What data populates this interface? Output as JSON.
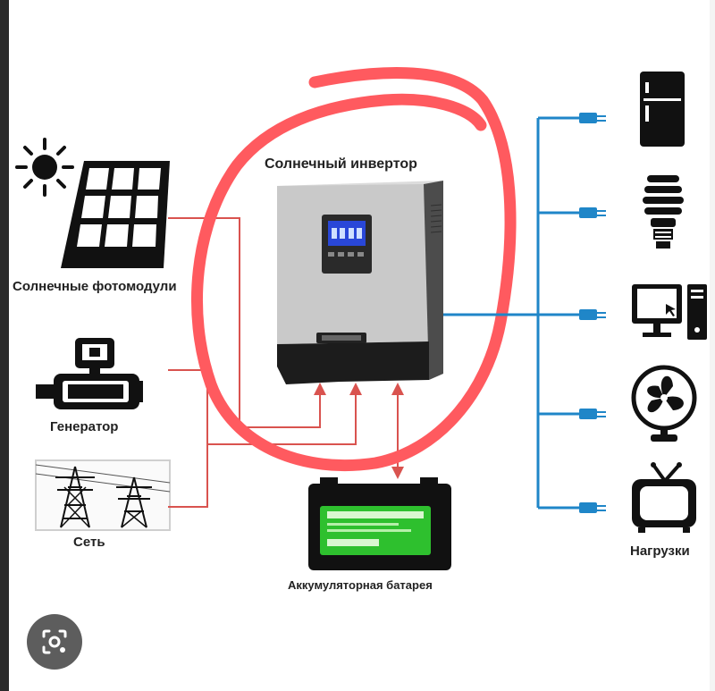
{
  "diagram": {
    "inverter_label": "Солнечный инвертор",
    "panels_label": "Солнечные  фотомодули",
    "generator_label": "Генератор",
    "grid_label": "Сеть",
    "battery_label": "Аккумуляторная батарея",
    "loads_label": "Нагрузки"
  },
  "colors": {
    "highlight_circle": "#ff5a5f",
    "ac_lines": "#d9534f",
    "output_lines": "#1f86c8",
    "battery_green": "#2ec02e"
  },
  "icons": [
    "sun-icon",
    "solar-panel-icon",
    "generator-icon",
    "power-tower-icon",
    "inverter-device",
    "battery-icon",
    "refrigerator-icon",
    "lightbulb-icon",
    "computer-icon",
    "fan-icon",
    "tv-icon",
    "image-search-icon"
  ]
}
